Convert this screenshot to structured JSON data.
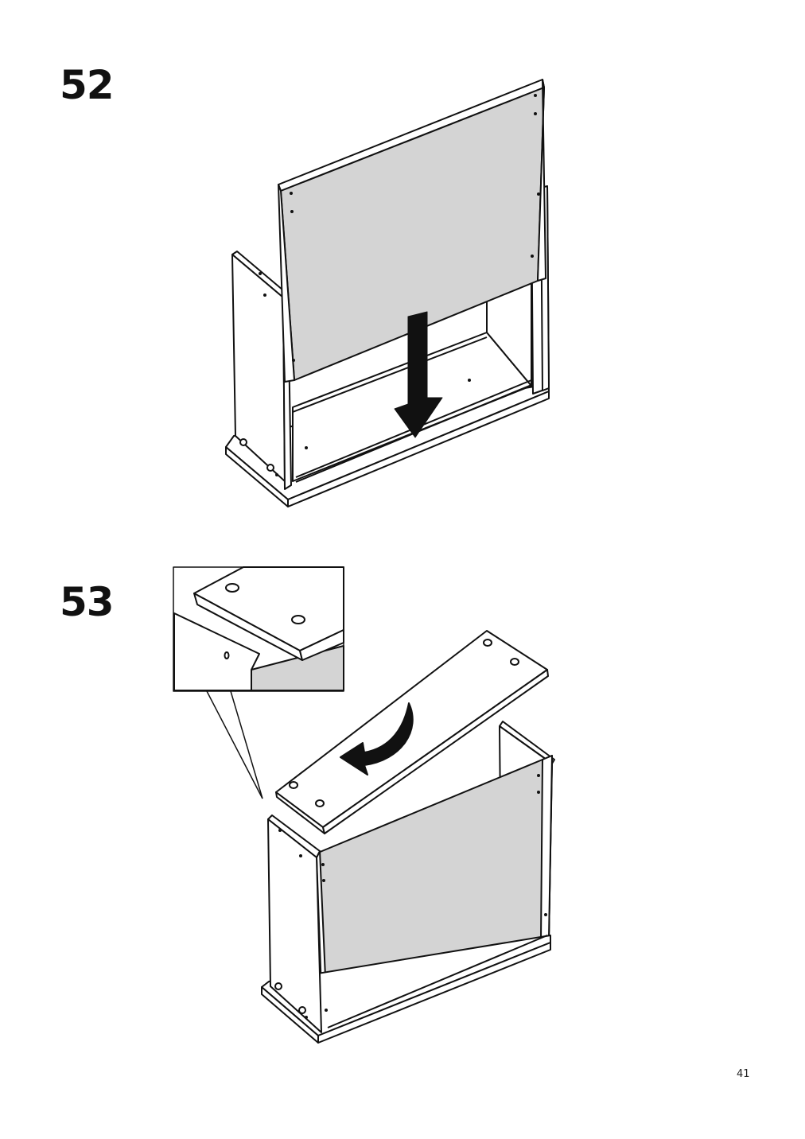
{
  "steps": [
    {
      "number": "52"
    },
    {
      "number": "53"
    }
  ],
  "page_number": "41",
  "colors": {
    "line": "#111111",
    "panel_fill": "#d4d4d4",
    "paper": "#ffffff"
  },
  "icons": {
    "step52": "arrow-down-icon",
    "step53": "curved-arrow-icon"
  }
}
